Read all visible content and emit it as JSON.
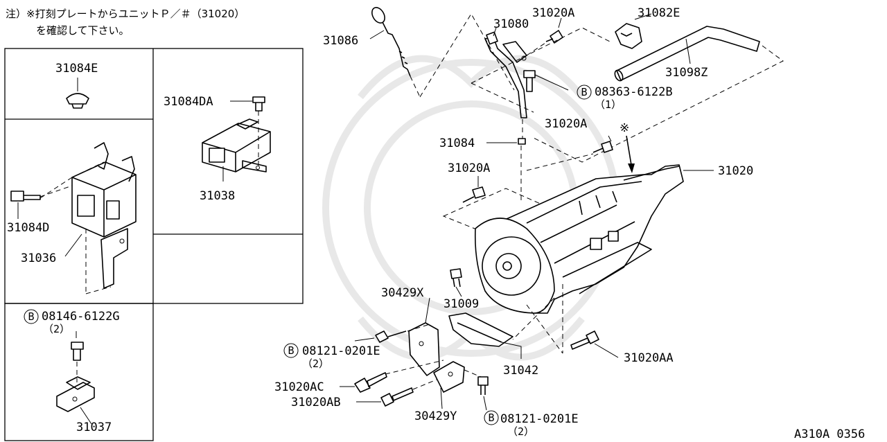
{
  "note": {
    "line1": "注）※打刻プレートからユニットＰ／＃（31020）",
    "line2": "を確認して下さい。"
  },
  "marker": "※",
  "callouts": {
    "p31084E": "31084E",
    "p31084DA": "31084DA",
    "p31038": "31038",
    "p31084D": "31084D",
    "p31036": "31036",
    "p08146": "08146-6122G",
    "p08146_qty": "（2）",
    "p31037": "31037",
    "p31086": "31086",
    "p31080": "31080",
    "p31020A_top": "31020A",
    "p31082E": "31082E",
    "p31098Z": "31098Z",
    "p08363": "08363-6122B",
    "p08363_qty": "（1）",
    "p31020A_mid": "31020A",
    "p31084": "31084",
    "p31020A_left": "31020A",
    "p31020": "31020",
    "p30429X": "30429X",
    "p31009": "31009",
    "p08121_a": "08121-0201E",
    "p08121_a_qty": "（2）",
    "p31042": "31042",
    "p31020AA": "31020AA",
    "p31020AC": "31020AC",
    "p31020AB": "31020AB",
    "p30429Y": "30429Y",
    "p08121_b": "08121-0201E",
    "p08121_b_qty": "（2）"
  },
  "bolt_prefix": "B",
  "footer_code": "A310A 0356"
}
